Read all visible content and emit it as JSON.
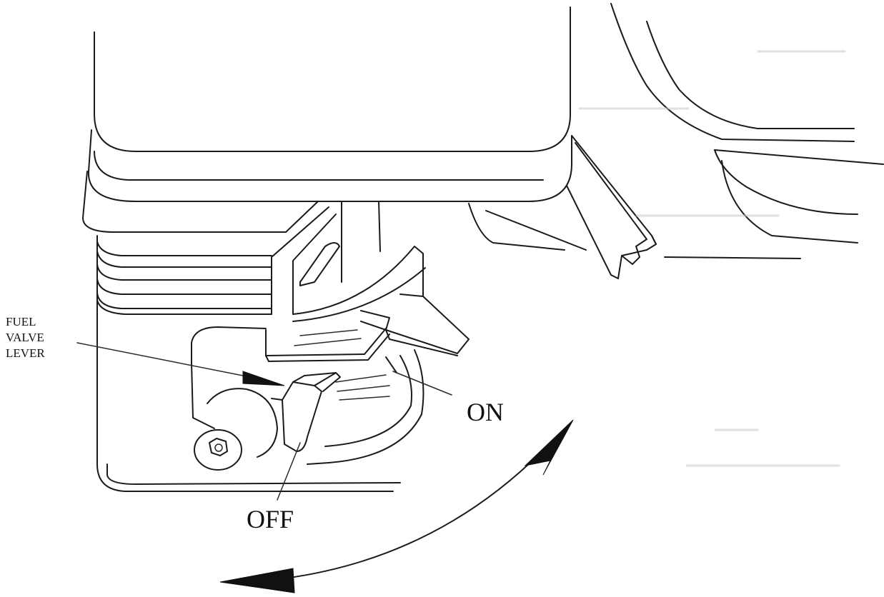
{
  "labels": {
    "fuel_valve_lever": [
      "FUEL",
      "VALVE",
      "LEVER"
    ],
    "on": "ON",
    "off": "OFF"
  },
  "colors": {
    "line": "#1a1a1a",
    "background": "#ffffff"
  }
}
